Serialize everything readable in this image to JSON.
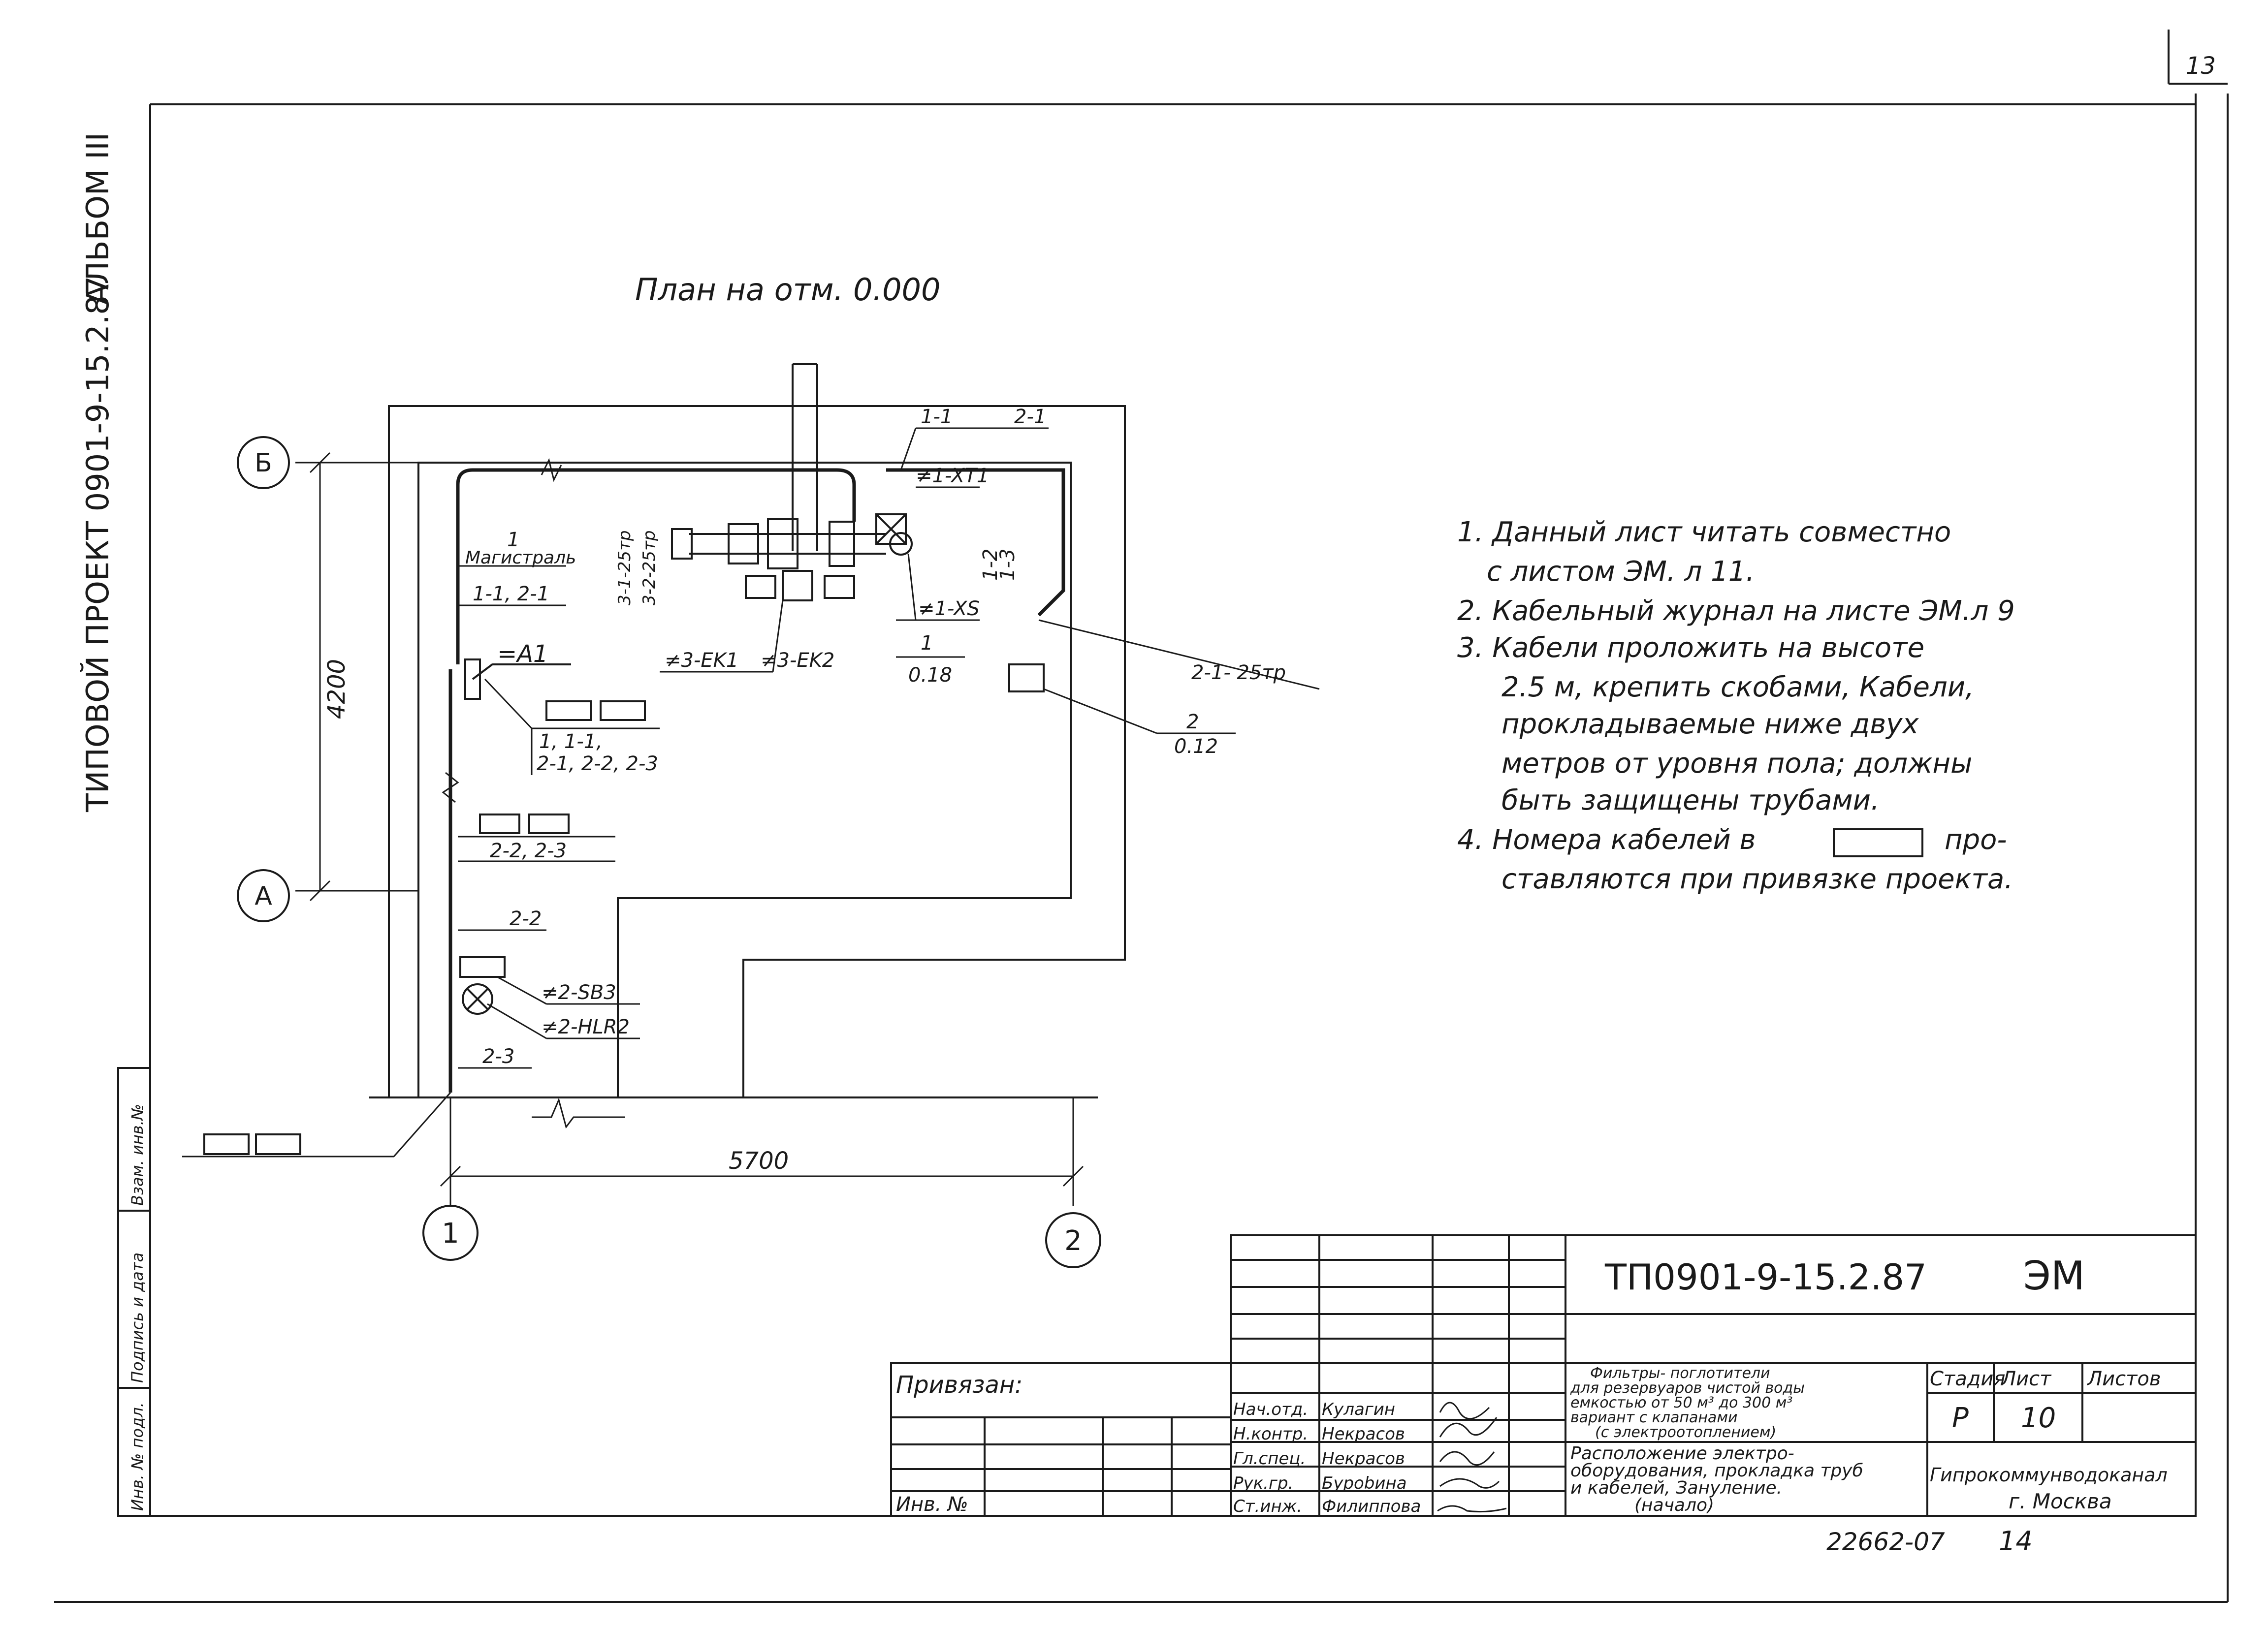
{
  "page_number": "13",
  "margin": {
    "album": "АЛЬБОМ III",
    "project": "ТИПОВОЙ ПРОЕКТ 0901-9-15.2.87",
    "fields": [
      "Взам. инв.№",
      "Подпись и дата",
      "Инв. № подл."
    ]
  },
  "plan": {
    "title": "План на отм. 0.000",
    "axes": [
      "Б",
      "А",
      "1",
      "2"
    ],
    "dim_vertical": "4200",
    "dim_horizontal": "5700",
    "labels": {
      "top_1": "1-1",
      "top_2": "2-1",
      "xt1": "≠1-XT1",
      "xs": "≠1-XS",
      "l12": "1-2",
      "l13": "1-3",
      "p31": "3-1-25тр",
      "p32": "3-2-25тр",
      "mag_num": "1",
      "mag": "Магистраль",
      "mag_cab": "1-1, 2-1",
      "a1": "=A1",
      "ek1": "≠3-EK1",
      "ek2": "≠3-EK2",
      "n1": "1",
      "v018": "0.18",
      "p2125": "2-1- 25тр",
      "n2": "2",
      "v012": "0.12",
      "c11": "1, 1-1,",
      "c21": "2-1, 2-2, 2-3",
      "c22": "2-2, 2-3",
      "s22": "2-2",
      "sb3": "≠2-SB3",
      "hlr2": "≠2-HLR2",
      "s23": "2-3"
    }
  },
  "notes": [
    "1. Данный лист читать совместно",
    "с листом ЭМ. л 11.",
    "2. Кабельный журнал на листе ЭМ.л 9",
    "3. Кабели проложить на высоте",
    "2.5 м, крепить скобами, Кабели,",
    "прокладываемые ниже двух",
    "метров от уровня пола; должны",
    "быть защищены трубами.",
    "4. Номера кабелей в",
    "про-",
    "ставляются при привязке проекта."
  ],
  "title_block": {
    "code": "ТП0901-9-15.2.87",
    "section": "ЭМ",
    "privyazan": "Привязан:",
    "inv": "Инв. №",
    "roles": [
      "Нач.отд.",
      "Н.контр.",
      "Гл.спец.",
      "Рук.гр.",
      "Ст.инж."
    ],
    "names": [
      "Кулагин",
      "Некрасов",
      "Некрасов",
      "Бурobина",
      "Филиппова"
    ],
    "desc": [
      "Фильтры- поглотители",
      "для резервуаров чистой воды",
      "емкостью от 50 м³ до 300 м³",
      "вариант с клапанами",
      "(с электроотоплением)"
    ],
    "sheet_title": [
      "Расположение электро-",
      "оборудования, прокладка труб",
      "и кабелей, Зануление.",
      "(начало)"
    ],
    "stage_h": "Стадия",
    "sheet_h": "Лист",
    "sheets_h": "Листов",
    "stage": "Р",
    "sheet": "10",
    "org": "Гипрокоммунводоканал",
    "city": "г. Москва",
    "archive": "22662-07",
    "archive_page": "14"
  }
}
